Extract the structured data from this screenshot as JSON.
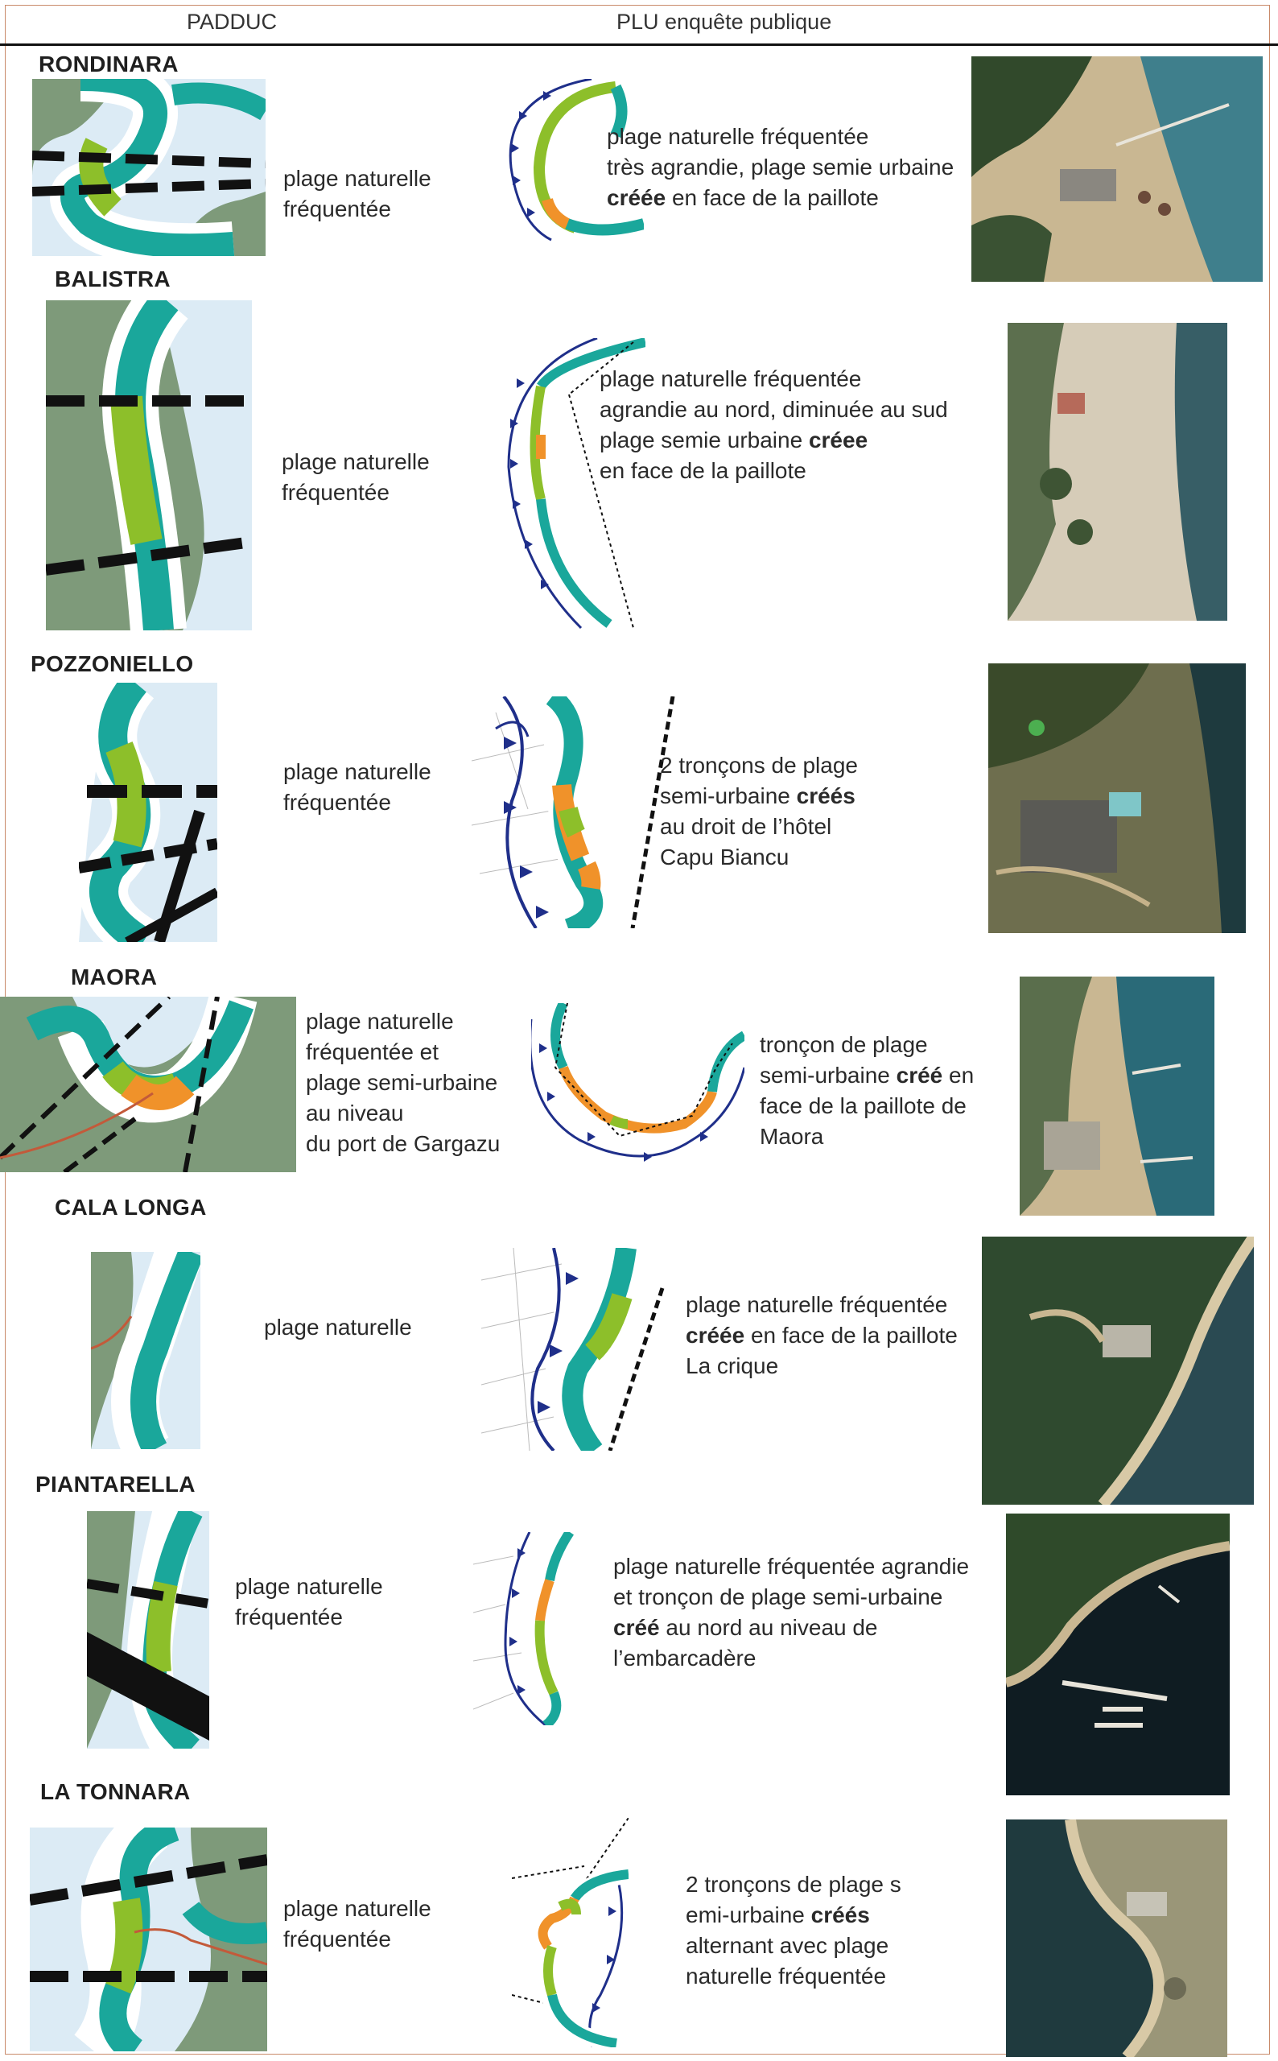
{
  "header": {
    "col_padduc": "PADDUC",
    "col_plu": "PLU enquête publique"
  },
  "sites": [
    {
      "name": "RONDINARA",
      "padduc_text": "plage naturelle\nfréquentée",
      "plu_text": [
        {
          "t": "plage naturelle fréquentée\ntrès agrandie, plage semie urbaine\n",
          "b": false
        },
        {
          "t": "créée",
          "b": true
        },
        {
          "t": " en face de la paillote",
          "b": false
        }
      ]
    },
    {
      "name": "BALISTRA",
      "padduc_text": "plage naturelle\nfréquentée",
      "plu_text": [
        {
          "t": "plage naturelle fréquentée\nagrandie au nord, diminuée au sud\nplage semie urbaine ",
          "b": false
        },
        {
          "t": "créee",
          "b": true
        },
        {
          "t": "\nen face de la paillote",
          "b": false
        }
      ]
    },
    {
      "name": "POZZONIELLO",
      "padduc_text": "plage naturelle\nfréquentée",
      "plu_text": [
        {
          "t": "2 tronçons de plage\nsemi-urbaine ",
          "b": false
        },
        {
          "t": "créés",
          "b": true
        },
        {
          "t": "\nau droit de l’hôtel\nCapu Biancu",
          "b": false
        }
      ]
    },
    {
      "name": "MAORA",
      "padduc_text": "plage naturelle\nfréquentée et\nplage semi-urbaine\nau niveau\ndu port de Gargazu",
      "plu_text": [
        {
          "t": "tronçon de plage\nsemi-urbaine ",
          "b": false
        },
        {
          "t": "créé",
          "b": true
        },
        {
          "t": " en\nface de la paillote de\nMaora",
          "b": false
        }
      ]
    },
    {
      "name": "CALA LONGA",
      "padduc_text": "plage naturelle",
      "plu_text": [
        {
          "t": "plage naturelle fréquentée\n",
          "b": false
        },
        {
          "t": "créée",
          "b": true
        },
        {
          "t": " en face de la paillote\nLa crique",
          "b": false
        }
      ]
    },
    {
      "name": "PIANTARELLA",
      "padduc_text": "plage naturelle\nfréquentée",
      "plu_text": [
        {
          "t": "plage naturelle fréquentée agrandie\net tronçon de plage semi-urbaine\n",
          "b": false
        },
        {
          "t": "créé",
          "b": true
        },
        {
          "t": " au nord au niveau de\nl’embarcadère",
          "b": false
        }
      ]
    },
    {
      "name": "LA TONNARA",
      "padduc_text": "plage naturelle\nfréquentée",
      "plu_text": [
        {
          "t": "2 tronçons de plage s\nemi-urbaine ",
          "b": false
        },
        {
          "t": "créés",
          "b": true
        },
        {
          "t": "\nalternant avec plage\nnaturelle fréquentée",
          "b": false
        }
      ]
    }
  ],
  "colors": {
    "teal": "#1aa79b",
    "green": "#8dbf2a",
    "orange": "#f0922a",
    "navy": "#1f2f8a",
    "sea": "#dcebf5",
    "land": "#7e9a7a",
    "frame": "#c98a6a"
  },
  "icons": {
    "padduc_map": "padduc-map-icon",
    "plu_map": "plu-map-icon",
    "aerial_photo": "aerial-photo-icon"
  }
}
